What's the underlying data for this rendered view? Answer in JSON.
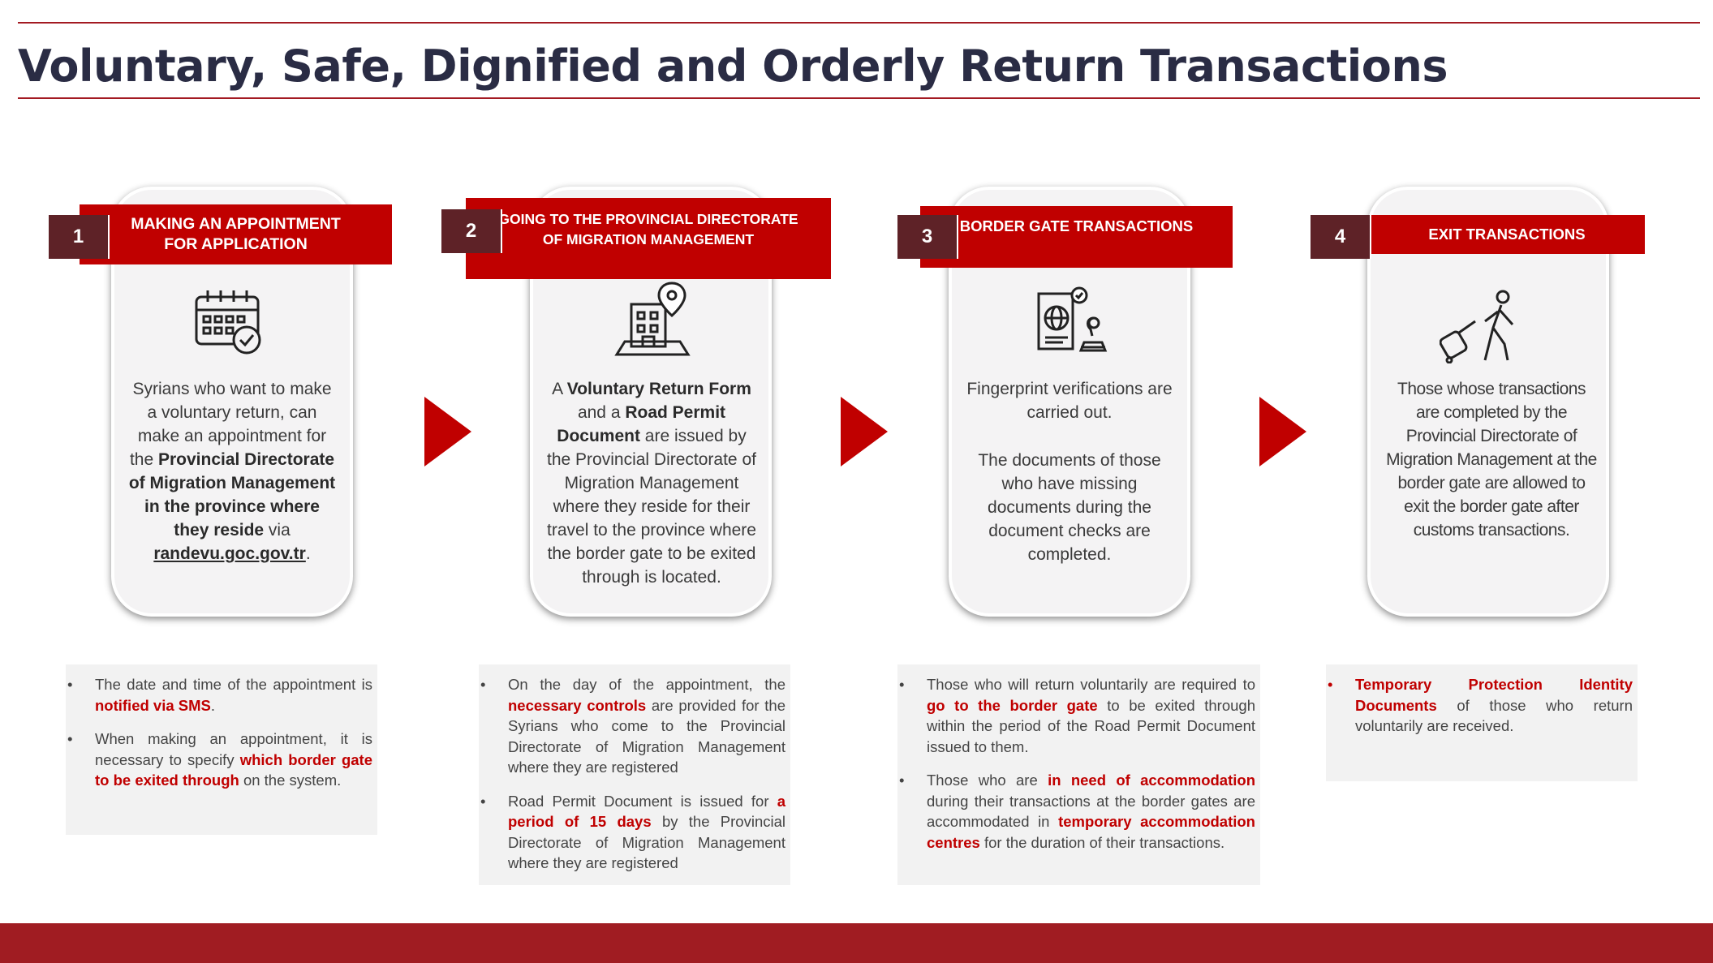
{
  "title": "Voluntary, Safe, Dignified and Orderly Return Transactions",
  "steps": [
    {
      "number": "1",
      "label": "MAKING AN APPOINTMENT\nFOR APPLICATION",
      "icon": "calendar-check-icon",
      "desc": {
        "t1": "Syrians who want to make a voluntary return, can make an appointment for the ",
        "b1": "Provincial Directorate of Migration Management in the province where they reside",
        "t2": " via ",
        "link": "randevu.goc.gov.tr",
        "t3": "."
      },
      "notes": [
        {
          "t1": "The date and time of the appointment is ",
          "h1": "notified via SMS",
          "t2": "."
        },
        {
          "t1": "When making an appointment, it is necessary to specify ",
          "h1": "which border gate to be exited through",
          "t2": " on the system."
        }
      ]
    },
    {
      "number": "2",
      "label": "GOING TO THE PROVINCIAL DIRECTORATE\nOF MIGRATION MANAGEMENT",
      "icon": "building-location-icon",
      "desc": {
        "t1": "A ",
        "b1": "Voluntary Return Form",
        "t2": " and a ",
        "b2": "Road Permit Document",
        "t3": " are issued by the Provincial Directorate of Migration Management where they reside for their travel to the province where the border gate to be exited through is located."
      },
      "notes": [
        {
          "t1": "On the day of the appointment, the ",
          "h1": "necessary controls",
          "t2": " are provided for the Syrians who come to the Provincial Directorate of Migration Management where they are registered"
        },
        {
          "t1": "Road Permit Document is issued for ",
          "h1": "a period of 15 days",
          "t2": " by the Provincial Directorate of Migration Management where they are registered"
        }
      ]
    },
    {
      "number": "3",
      "label": "BORDER GATE TRANSACTIONS",
      "icon": "fingerprint-document-icon",
      "desc": {
        "p1": "Fingerprint verifications are carried out.",
        "p2": "The documents of those who have missing documents during the document checks are completed."
      },
      "notes": [
        {
          "t1": "Those who will return voluntarily are required to ",
          "h1": "go to the border gate",
          "t2": " to be exited through within the period of the Road Permit Document issued to them."
        },
        {
          "t1": "Those who are ",
          "h1": "in need of accommodation",
          "t2": " during their transactions at the border gates are accommodated in ",
          "h2": "temporary accommodation centres",
          "t3": " for the duration of their transactions."
        }
      ]
    },
    {
      "number": "4",
      "label": "EXIT TRANSACTIONS",
      "icon": "traveler-luggage-icon",
      "desc": {
        "p1": "Those whose transactions are completed by the Provincial Directorate of Migration Management at the border gate are allowed to exit the border gate after customs transactions."
      },
      "notes": [
        {
          "h1": "Temporary Protection Identity Documents",
          "t1": " of those who return voluntarily are received."
        }
      ]
    }
  ],
  "colors": {
    "accent": "#c00000",
    "dark_red": "#5e2227",
    "title": "#2a2c44",
    "footer": "#a01c22"
  }
}
